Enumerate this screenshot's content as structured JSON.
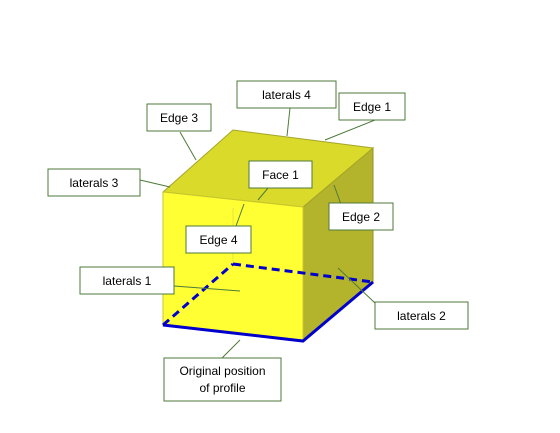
{
  "diagram": {
    "colors": {
      "face_front": "#ffff33",
      "face_top": "#dada2a",
      "face_right": "#b4b42c",
      "profile": "#0000cc",
      "callout_border": "#4f7a3a"
    },
    "labels": {
      "laterals_4": "laterals 4",
      "edge_1": "Edge 1",
      "edge_3": "Edge 3",
      "face_1": "Face 1",
      "laterals_3": "laterals 3",
      "edge_2": "Edge 2",
      "edge_4": "Edge 4",
      "laterals_1": "laterals 1",
      "laterals_2": "laterals 2",
      "profile_line1": "Original position",
      "profile_line2": "of profile"
    }
  }
}
